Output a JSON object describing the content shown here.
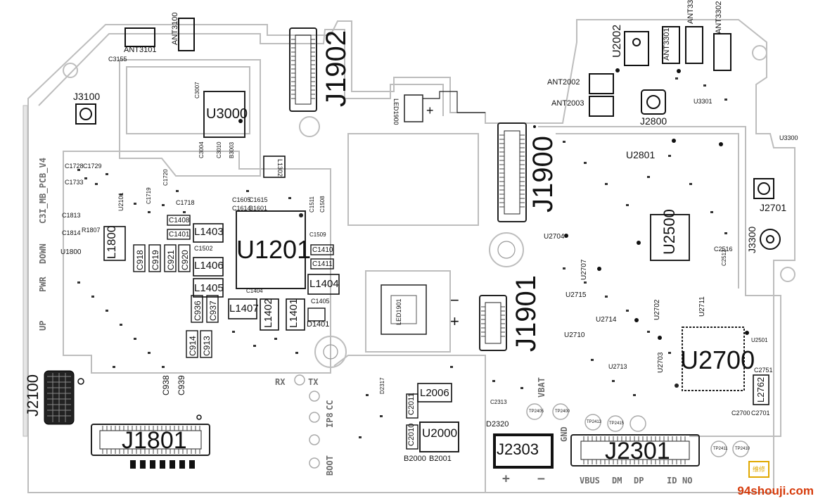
{
  "board": {
    "silkscreen_title": "C3I_MB_PCB_V4",
    "watermark": "94shouji.com",
    "watermark_badge": "维修"
  },
  "side_buttons": {
    "down": "DOWN",
    "pwr": "PWR",
    "up": "UP"
  },
  "bottom_labels": {
    "rx": "RX",
    "tx": "TX",
    "ip8": "IP8",
    "cc": "CC",
    "boot": "BOOT",
    "vbat": "VBAT",
    "gnd": "GND",
    "plus": "+",
    "minus": "−",
    "vbus": "VBUS",
    "dm": "DM",
    "dp": "DP",
    "id": "ID",
    "no": "NO"
  },
  "connectors": {
    "j1902": "J1902",
    "j1900": "J1900",
    "j1901": "J1901",
    "j1801": "J1801",
    "j2100": "J2100",
    "j2303": "J2303",
    "j2301": "J2301",
    "j3100": "J3100",
    "j2800": "J2800",
    "j2701": "J2701",
    "j3300": "J3300"
  },
  "chips": {
    "u1201": "U1201",
    "u3000": "U3000",
    "u2700": "U2700",
    "u2500": "U2500",
    "u2000": "U2000",
    "u2002": "U2002",
    "u2801": "U2801",
    "u1800": "U1800",
    "u2704": "U2704",
    "u2714": "U2714",
    "u2715": "U2715",
    "u2710": "U2710",
    "u2713": "U2713",
    "u2702": "U2702",
    "u2703": "U2703",
    "u2711": "U2711",
    "u2707": "U2707",
    "u3300": "U3300",
    "u3301": "U3301",
    "u2101": "U2101",
    "u2501": "U2501"
  },
  "inductors": {
    "l1800": "L1800",
    "l1403": "L1403",
    "l1406": "L1406",
    "l1405": "L1405",
    "l1407": "L1407",
    "l1402": "L1402",
    "l1401": "L1401",
    "l1404": "L1404",
    "l2006": "L2006",
    "l2762": "L2762",
    "l1302": "L1302"
  },
  "passives": {
    "c918": "C918",
    "c919": "C919",
    "c921": "C921",
    "c920": "C920",
    "c936": "C936",
    "c937": "C937",
    "c914": "C914",
    "c913": "C913",
    "c938": "C938",
    "c939": "C939",
    "c1408": "C1408",
    "c1401": "C1401",
    "c1502": "C1502",
    "c1410": "C1410",
    "c1411": "C1411",
    "c1405": "C1405",
    "c1404": "C1404",
    "c1605": "C1605",
    "c1615": "C1615",
    "c1614": "C1614",
    "b1601": "B1601",
    "c1718": "C1718",
    "c1720": "C1720",
    "c1719": "C1719",
    "c1511": "C1511",
    "c1509": "C1509",
    "c1508": "C1508",
    "c1728": "C1728",
    "c1729": "C1729",
    "c1733": "C1733",
    "c1813": "C1813",
    "c1814": "C1814",
    "r1807": "R1807",
    "d1401": "D1401",
    "d2320": "D2320",
    "d2317": "D2317",
    "c2313": "C2313",
    "c2011": "C2011",
    "c2010": "C2010",
    "b2000": "B2000",
    "b2001": "B2001",
    "c2700": "C2700",
    "c2701": "C2701",
    "c2751": "C2751",
    "c2516": "C2516",
    "c2512": "C2512",
    "c3155": "C3155",
    "c3007": "C3007",
    "c3004": "C3004",
    "c3010": "C3010",
    "b3003": "B3003",
    "led1900": "LED1900",
    "led1901": "LED1901",
    "tp2400": "TP2400",
    "tp2405": "TP2405",
    "tp2411": "TP2411",
    "tp2410": "TP2410",
    "tp2413": "TP2413",
    "tp2415": "TP2415"
  },
  "antennas": {
    "ant3101": "ANT3101",
    "ant3100": "ANT3100",
    "ant2002": "ANT2002",
    "ant2003": "ANT2003",
    "ant3301": "ANT3301",
    "ant3303": "ANT33",
    "ant3302": "ANT3302"
  },
  "led_marks": {
    "plus": "+",
    "minus": "−"
  }
}
